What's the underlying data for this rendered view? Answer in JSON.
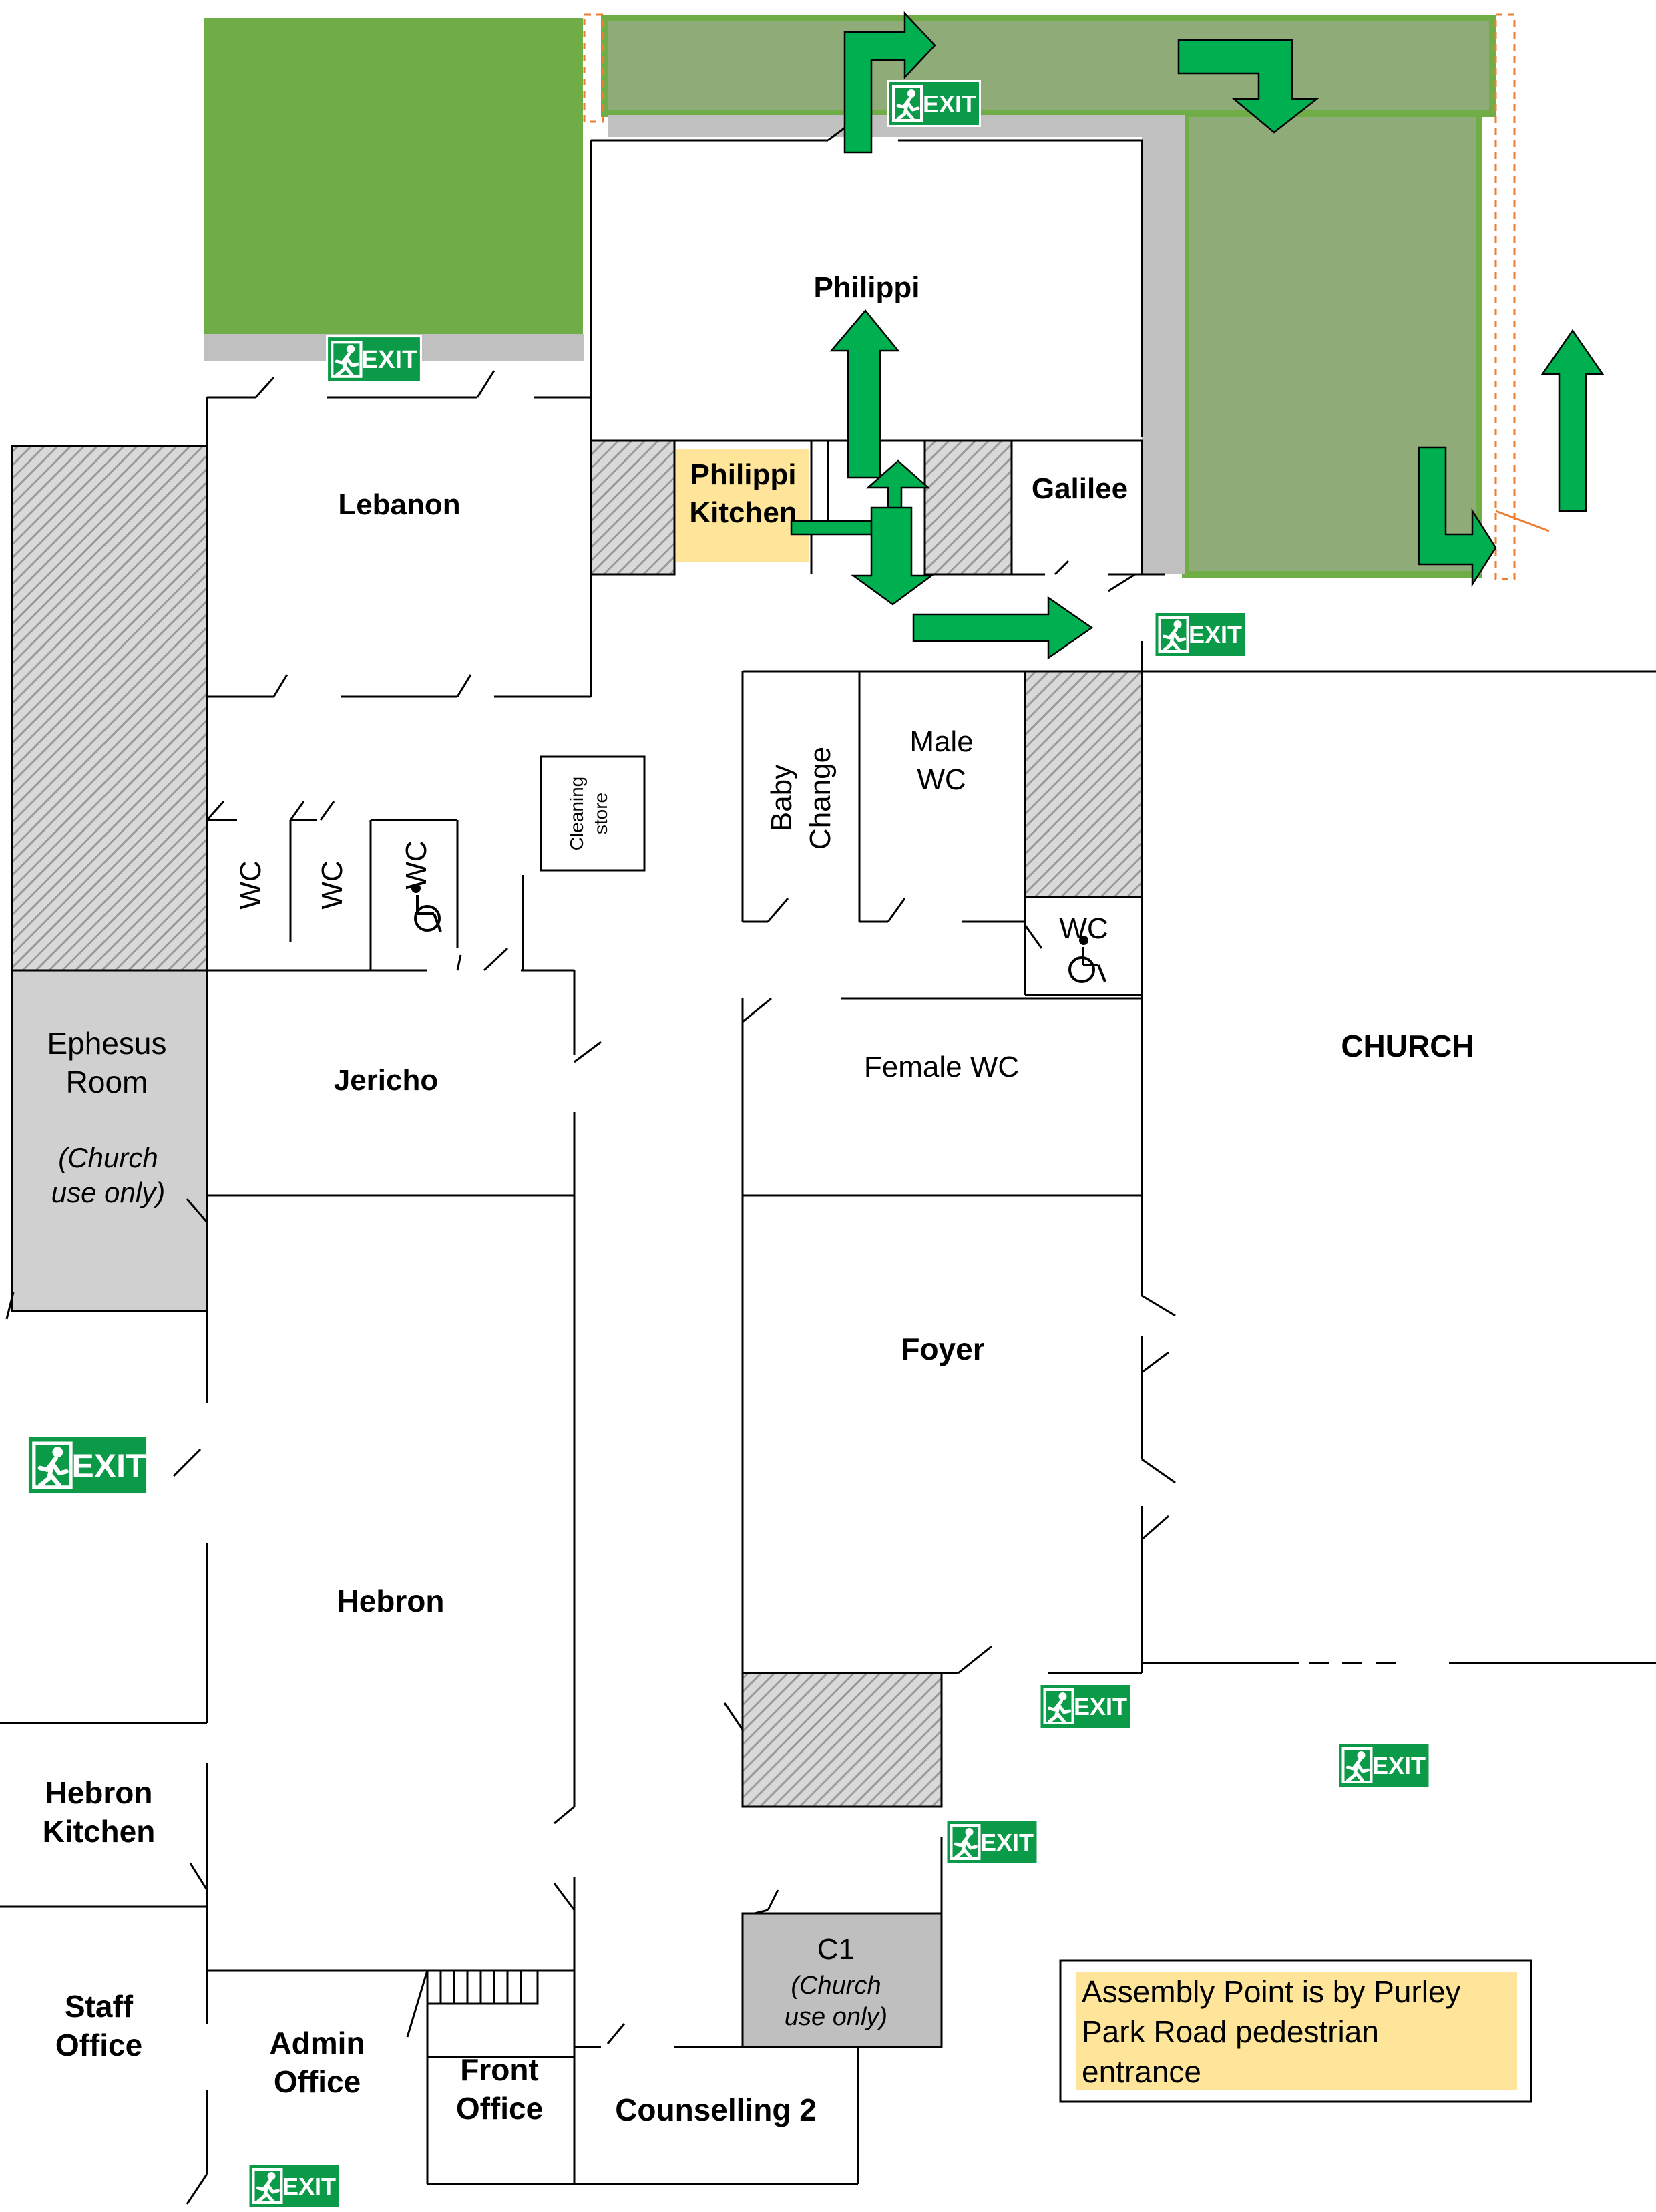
{
  "colors": {
    "green_area": "#70ad47",
    "green_area_muted": "#8fac78",
    "corridor_grey": "#c0c0c0",
    "hatch_grey": "#a6a6a6",
    "room_grey": "#bfbfbf",
    "kitchen_yellow": "#ffe599",
    "arrow_green": "#00b050",
    "exit_green": "#009a44",
    "dashed_orange": "#ed7d31"
  },
  "rooms": {
    "philippi": "Philippi",
    "philippi_kitchen_line1": "Philippi",
    "philippi_kitchen_line2": "Kitchen",
    "galilee": "Galilee",
    "lebanon": "Lebanon",
    "baby_change_line1": "Baby",
    "baby_change_line2": "Change",
    "male_wc_line1": "Male",
    "male_wc_line2": "WC",
    "wc": "WC",
    "cleaning_store_line1": "Cleaning",
    "cleaning_store_line2": "store",
    "ephesus_line1": "Ephesus",
    "ephesus_line2": "Room",
    "ephesus_note_line1": "(Church",
    "ephesus_note_line2": "use only)",
    "jericho": "Jericho",
    "female_wc": "Female WC",
    "church": "CHURCH",
    "foyer": "Foyer",
    "hebron": "Hebron",
    "hebron_kitchen_line1": "Hebron",
    "hebron_kitchen_line2": "Kitchen",
    "staff_office_line1": "Staff",
    "staff_office_line2": "Office",
    "admin_office_line1": "Admin",
    "admin_office_line2": "Office",
    "front_office_line1": "Front",
    "front_office_line2": "Office",
    "counselling_2": "Counselling 2",
    "c1": "C1",
    "c1_note_line1": "(Church",
    "c1_note_line2": "use only)"
  },
  "exit_sign_text": "EXIT",
  "assembly": {
    "line1": "Assembly Point is by Purley",
    "line2": "Park Road pedestrian",
    "line3": "entrance"
  },
  "icons": {
    "exit": "running-man-exit-icon",
    "wheelchair": "wheelchair-accessible-icon",
    "arrow": "escape-route-arrow"
  }
}
